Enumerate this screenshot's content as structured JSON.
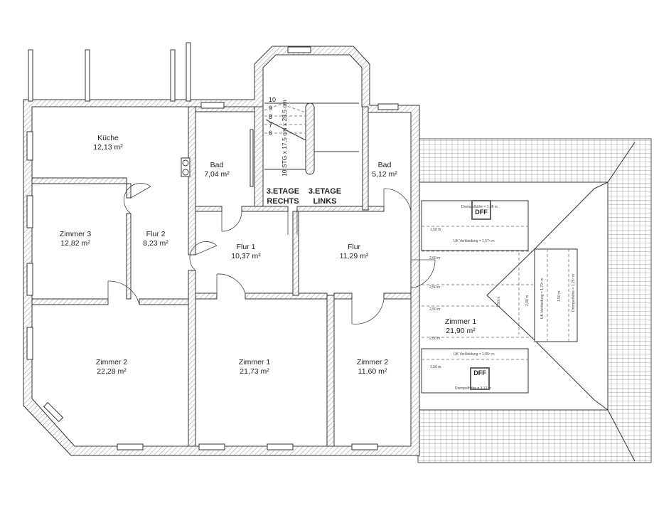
{
  "rooms": [
    {
      "name": "Küche",
      "area": "12,13 m²"
    },
    {
      "name": "Bad",
      "area": "7,04 m²"
    },
    {
      "name": "Bad",
      "area": "5,12 m²"
    },
    {
      "name": "Zimmer 3",
      "area": "12,82 m²"
    },
    {
      "name": "Flur 2",
      "area": "8,23 m²"
    },
    {
      "name": "Flur 1",
      "area": "10,37 m²"
    },
    {
      "name": "Flur",
      "area": "11,29 m²"
    },
    {
      "name": "Zimmer 2",
      "area": "22,28 m²"
    },
    {
      "name": "Zimmer 1",
      "area": "21,73 m²"
    },
    {
      "name": "Zimmer 2",
      "area": "11,60 m²"
    },
    {
      "name": "Zimmer 1",
      "area": "21,90 m²"
    }
  ],
  "units": {
    "right_l1": "3.ETAGE",
    "right_l2": "RECHTS",
    "left_l1": "3.ETAGE",
    "left_l2": "LINKS"
  },
  "stairs": {
    "label": "10 STG x 17,5 cm x 28,5 cm",
    "steps": [
      "10",
      "9",
      "8",
      "7",
      "6"
    ]
  },
  "attic": {
    "dff": "DFF",
    "top_drempel": "Drempelhöhe = 1,08 m",
    "top_150": "1,50 m",
    "top_uk": "UK Verkleidung = 1,67⁵ m",
    "h_200a": "2,00 m",
    "h_250a": "2,50 m",
    "h_250b": "2,50 m",
    "h_200b": "2,00 m",
    "bot_uk": "UK Verkleidung = 1,65⁵ m",
    "bot_150": "1,50 m",
    "bot_drempel": "Drempelhöhe = 1,17 m",
    "v_250": "2,50 m",
    "v_200": "2,00 m",
    "v_uk": "UK Verkleidung = 1,70⁵ m",
    "v_150": "1,50 m",
    "v_drempel": "Drempelhöhe = 1,25⁵ m"
  }
}
